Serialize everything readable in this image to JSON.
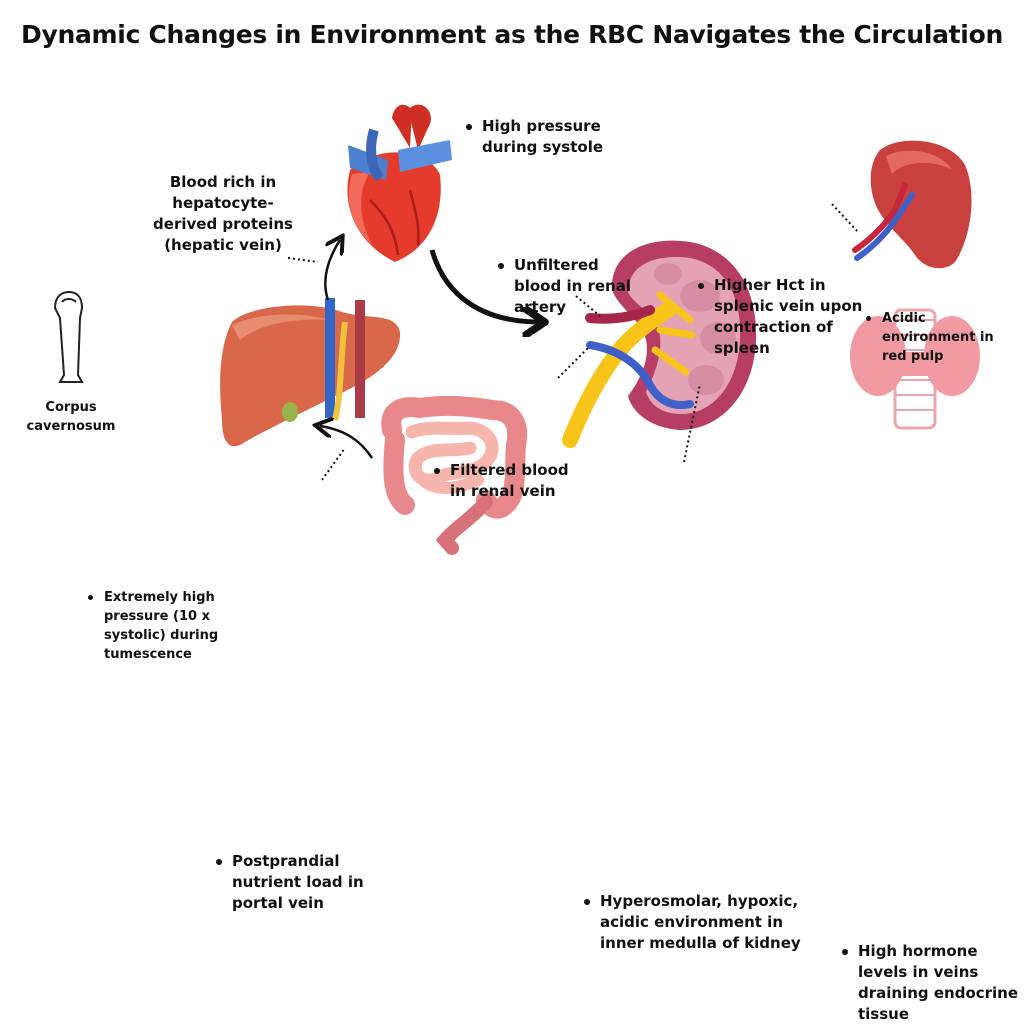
{
  "title": "Dynamic Changes in Environment as the RBC Navigates the Circulation",
  "labels": {
    "heart": [
      "High pressure",
      "during systole"
    ],
    "hepatic": [
      "Blood rich in",
      "hepatocyte-",
      "derived proteins",
      "(hepatic vein)"
    ],
    "renal_artery": [
      "Unfiltered",
      "blood in renal",
      "artery"
    ],
    "renal_vein": [
      "Filtered blood",
      "in renal vein"
    ],
    "spleen_vein": [
      "Higher Hct in",
      "splenic vein upon",
      "contraction of",
      "spleen"
    ],
    "red_pulp": [
      "Acidic",
      "environment in",
      "red pulp"
    ],
    "corpus": [
      "Extremely high",
      "pressure (10 x",
      "systolic) during",
      "tumescence"
    ],
    "corpus_name": [
      "Corpus",
      "cavernosum"
    ],
    "portal": [
      "Postprandial",
      "nutrient load in",
      "portal vein"
    ],
    "medulla": [
      "Hyperosmolar, hypoxic,",
      "acidic environment in",
      "inner medulla of kidney"
    ],
    "endocrine": [
      "High hormone",
      "levels in veins",
      "draining endocrine",
      "tissue"
    ]
  },
  "colors": {
    "heart": "#e43b2c",
    "liver": "#d9684a",
    "kidney": "#b63d63",
    "spleen": "#c9413f",
    "thyroid": "#f29aa2",
    "artery_yellow": "#f7c51a",
    "vein_blue": "#3f60c9",
    "artery_red": "#c8263a"
  },
  "icons": [
    "heart-icon",
    "liver-icon",
    "kidney-icon",
    "spleen-icon",
    "thyroid-icon",
    "intestine-icon",
    "corpus-cavernosum-icon"
  ]
}
